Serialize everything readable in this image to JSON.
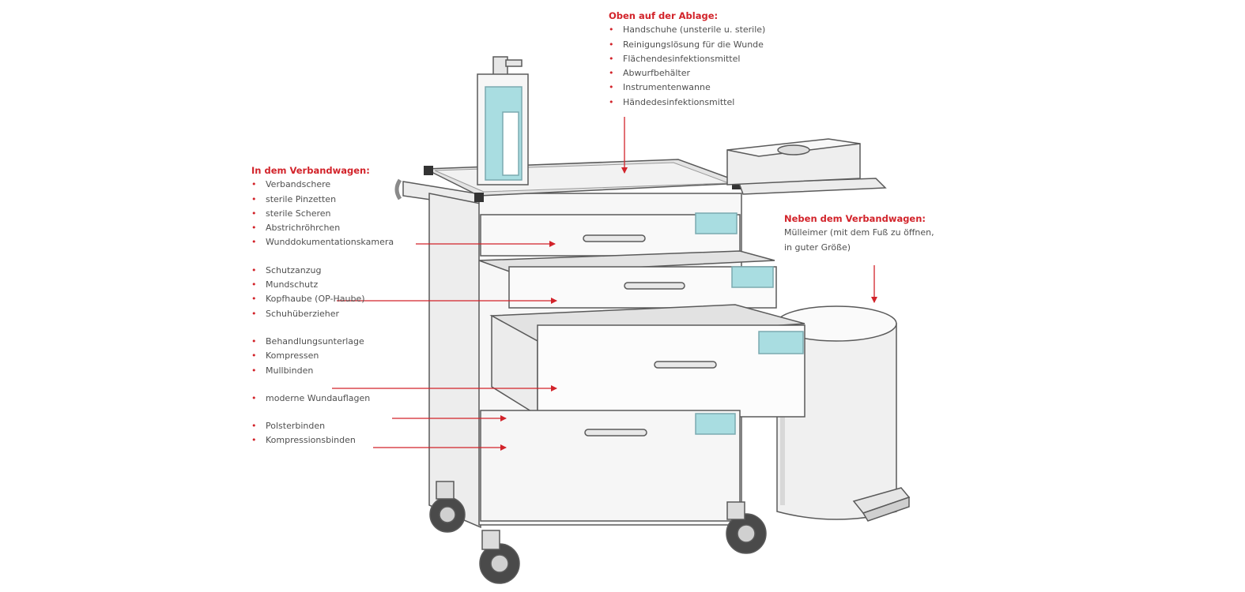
{
  "colors": {
    "accent": "#d2232a",
    "text": "#505050",
    "outline": "#5a5a5a",
    "label_fill": "#a9dde1"
  },
  "top": {
    "heading": "Oben auf der Ablage:",
    "items": [
      "Handschuhe (unsterile u. sterile)",
      "Reinigungslösung für die Wunde",
      "Flächendesinfektionsmittel",
      "Abwurfbehälter",
      "Instrumentenwanne",
      "Händedesinfektionsmittel"
    ]
  },
  "inside": {
    "heading": "In dem Verbandwagen:",
    "groups": [
      [
        "Verbandschere",
        "sterile Pinzetten",
        "sterile Scheren",
        "Abstrichröhrchen",
        "Wunddokumentationskamera"
      ],
      [
        "Schutzanzug",
        "Mundschutz",
        "Kopfhaube (OP-Haube)",
        "Schuhüberzieher"
      ],
      [
        "Behandlungsunterlage",
        "Kompressen",
        "Mullbinden"
      ],
      [
        "moderne Wundauflagen"
      ],
      [
        "Polsterbinden",
        "Kompressionsbinden"
      ]
    ]
  },
  "beside": {
    "heading": "Neben dem Verbandwagen:",
    "text": "Mülleimer (mit dem Fuß zu öffnen, in guter Größe)"
  },
  "icons": {
    "cart": "dressing-cart-icon",
    "dispenser": "disinfectant-dispenser-icon",
    "tray": "instrument-tray-icon",
    "bin": "pedal-bin-icon"
  }
}
